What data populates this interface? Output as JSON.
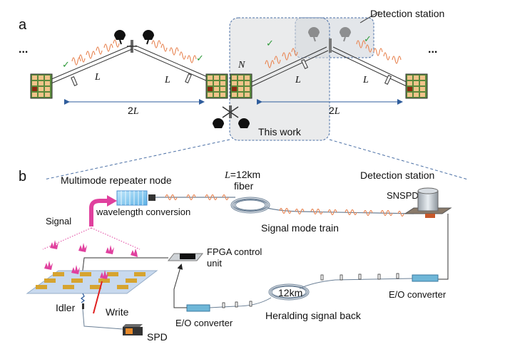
{
  "panel_a": {
    "label": "a",
    "ellipsis": "...",
    "L": "L",
    "twoL": "2L",
    "N": "N",
    "detection_station": "Detection station",
    "this_work": "This work",
    "check": "✓"
  },
  "panel_b": {
    "label": "b",
    "multimode_repeater_node": "Multimode repeater node",
    "fiber_length_prefix": "L",
    "fiber_length_value": "=12km",
    "fiber": "fiber",
    "detection_station": "Detection station",
    "snspd": "SNSPD",
    "signal": "Signal",
    "wavelength_conversion": "wavelength conversion",
    "signal_mode_train": "Signal mode train",
    "fpga_control_unit_line1": "FPGA control",
    "fpga_control_unit_line2": "unit",
    "eo_converter_right": "E/O converter",
    "eo_converter_left": "E/O converter",
    "spool_length": "12km",
    "heralding_signal_back": "Heralding signal back",
    "idler": "Idler",
    "write": "Write",
    "spd": "SPD"
  },
  "colors": {
    "photon_orange": "#e98a5a",
    "box_border": "#4a6fa5",
    "box_fill": "#eeeeee",
    "node_fill": "#f2c38a",
    "node_green": "#5b8a3c",
    "magenta": "#e0409e",
    "check_green": "#2e9a3a",
    "chip_fill": "#c8d9ee",
    "pad_fill": "#d6a430",
    "write_red": "#e02020",
    "fiber": "#6a7f95"
  }
}
